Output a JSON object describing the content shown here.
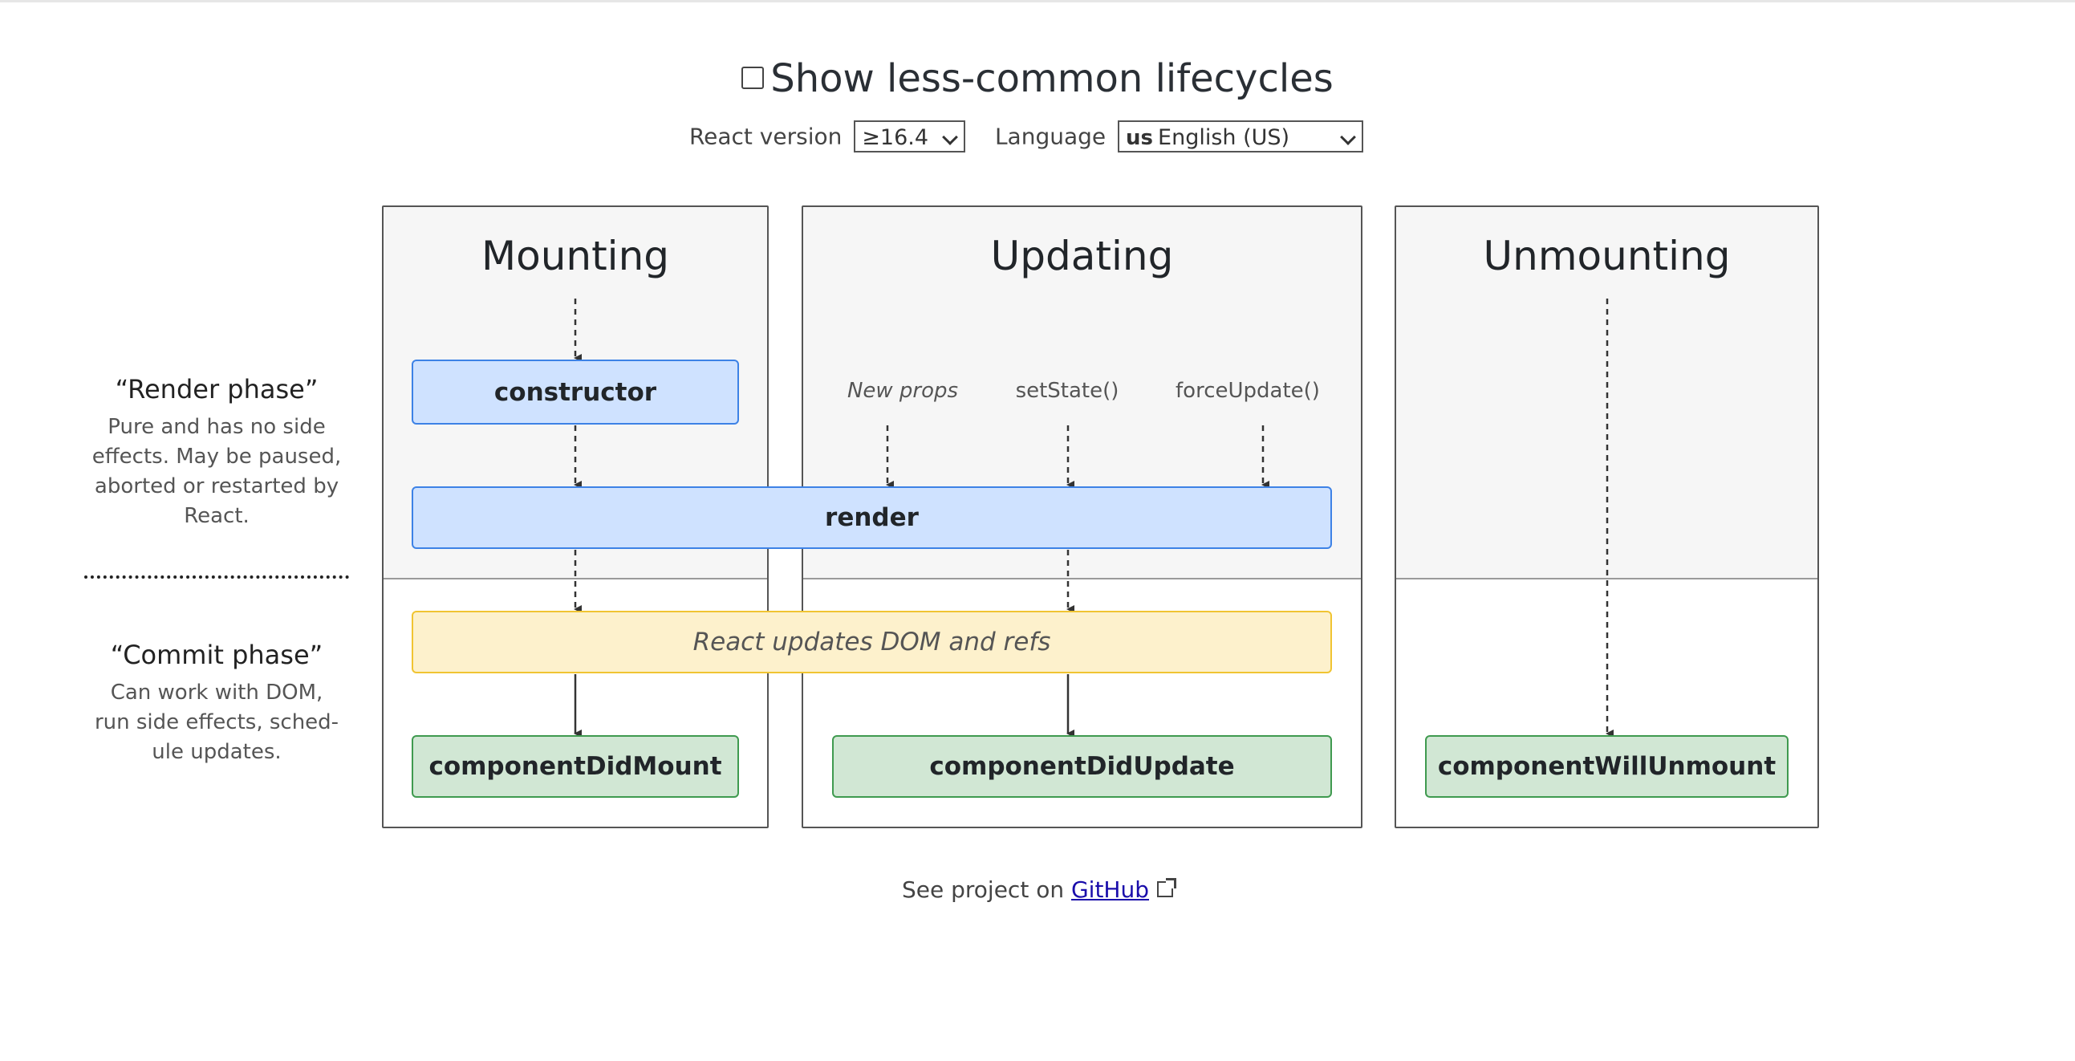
{
  "header": {
    "toggle_label": "Show less-common lifecycles",
    "toggle_checked": false
  },
  "controls": {
    "version_label": "React version",
    "version_value": "≥16.4",
    "language_label": "Language",
    "language_flag": "us",
    "language_value": "English (US)"
  },
  "phases": {
    "render": {
      "title": "“Render phase”",
      "lines": [
        "Pure and has no side",
        "effects. May be paused,",
        "aborted or restarted by",
        "React."
      ]
    },
    "commit": {
      "title": "“Commit phase”",
      "lines": [
        "Can work with DOM,",
        "run side effects, sched-",
        "ule updates."
      ]
    }
  },
  "columns": {
    "mounting": "Mounting",
    "updating": "Updating",
    "unmounting": "Unmounting"
  },
  "methods": {
    "constructor": "constructor",
    "render": "render",
    "dom_update": "React updates DOM and refs",
    "did_mount": "componentDidMount",
    "did_update": "componentDidUpdate",
    "will_unmount": "componentWillUnmount"
  },
  "triggers": {
    "new_props": "New props",
    "set_state": "setState()",
    "force_update": "forceUpdate()"
  },
  "footer": {
    "prefix": "See project on ",
    "link": "GitHub"
  },
  "colors": {
    "render_phase_box": "#cfe2ff",
    "dom_update_box": "#fdf1cc",
    "commit_box": "#d1e7d4"
  }
}
